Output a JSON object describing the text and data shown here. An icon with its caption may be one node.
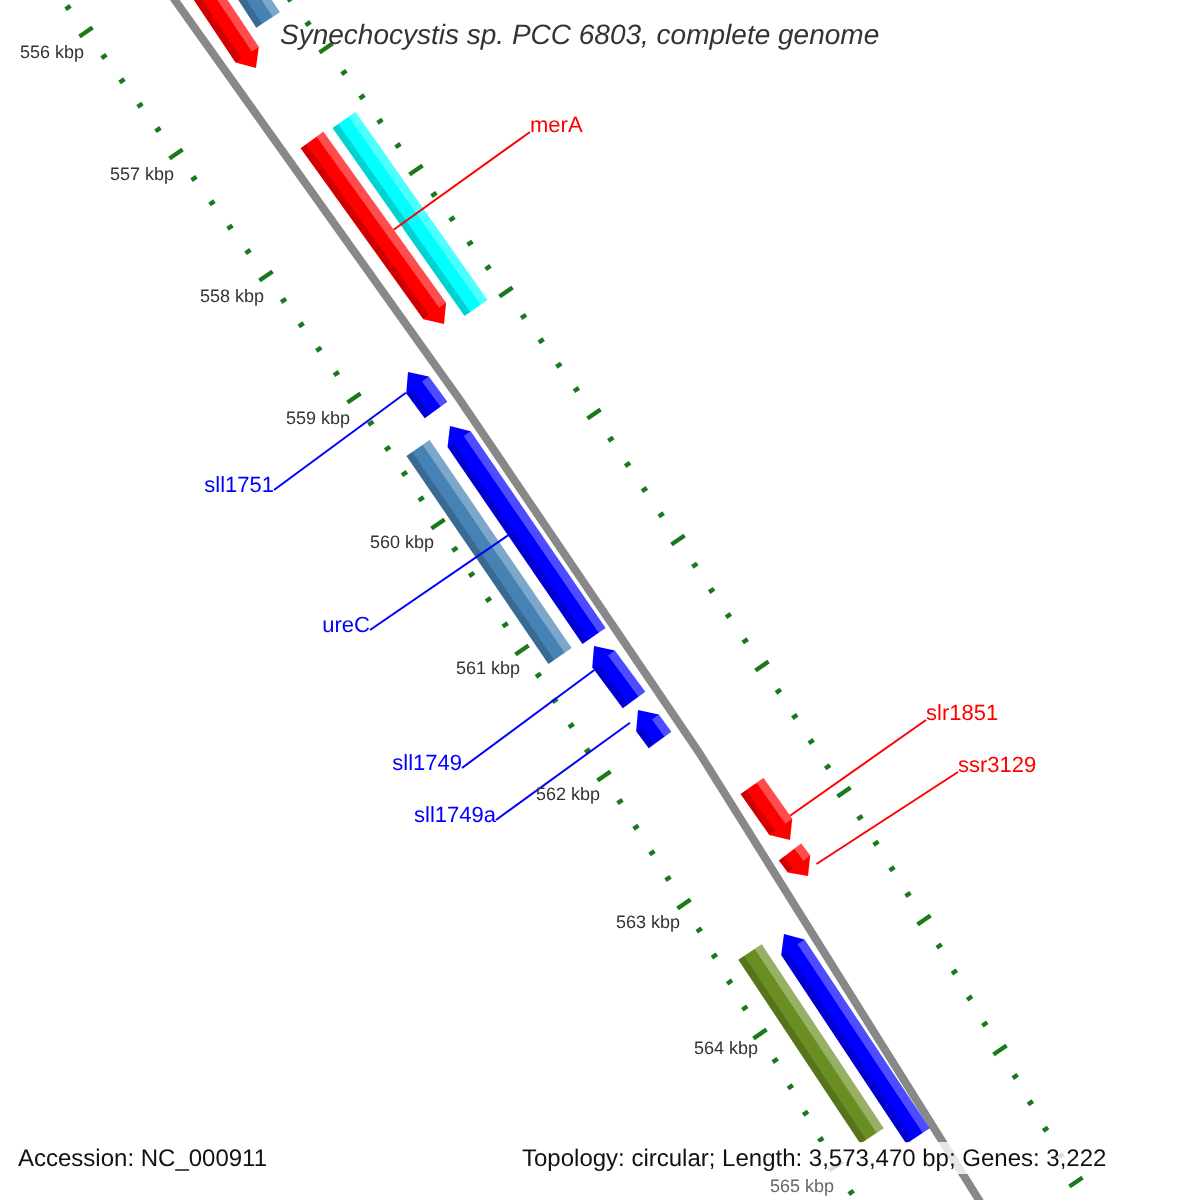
{
  "diagram": {
    "title": "Synechocystis sp. PCC 6803, complete genome",
    "nodes": [
      {
        "text": [],
        "shape": "arrow"
      },
      {
        "text": [],
        "shape": "bar"
      },
      {
        "text": [
          "merA"
        ]
      },
      {
        "text": [],
        "shape": "bar"
      },
      {
        "text": [],
        "shape": "arrow"
      },
      {
        "text": [],
        "shape": "arrow"
      },
      {
        "text": [],
        "shape": "arrow"
      },
      {
        "text": [],
        "shape": "bar"
      },
      {
        "text": [
          "sll1751"
        ]
      },
      {
        "text": [
          "ureC"
        ]
      },
      {
        "text": [],
        "shape": "arrow"
      },
      {
        "text": [],
        "shape": "arrow"
      },
      {
        "text": [
          "slr1851"
        ]
      },
      {
        "text": [
          "sll1749"
        ]
      },
      {
        "text": [
          "ssr3129"
        ]
      },
      {
        "text": [],
        "shape": "arrow"
      },
      {
        "text": [
          "sll1749a"
        ]
      },
      {
        "text": [],
        "shape": "arrow"
      },
      {
        "text": [],
        "shape": "arrow"
      },
      {
        "text": [],
        "shape": "bar"
      }
    ],
    "edges": [
      {
        "from": 2,
        "to": 4,
        "arrow": "none",
        "color": "#ff0000"
      },
      {
        "from": 8,
        "to": 5,
        "arrow": "none"
      },
      {
        "from": 9,
        "to": 6,
        "arrow": "none"
      },
      {
        "from": 13,
        "to": 10,
        "arrow": "none"
      },
      {
        "from": 16,
        "to": 11,
        "arrow": "none"
      },
      {
        "from": 12,
        "to": 15,
        "arrow": "none",
        "color": "#ff0000"
      },
      {
        "from": 14,
        "to": 17,
        "arrow": "none",
        "color": "#ff0000"
      }
    ],
    "labels": [
      "556 kbp",
      "557 kbp",
      "558 kbp",
      "559 kbp",
      "560 kbp",
      "561 kbp",
      "562 kbp",
      "563 kbp",
      "564 kbp",
      "565 kbp",
      "Accession: NC_000911",
      "Topology: circular; Length: 3,573,470 bp; Genes: 3,222"
    ]
  }
}
